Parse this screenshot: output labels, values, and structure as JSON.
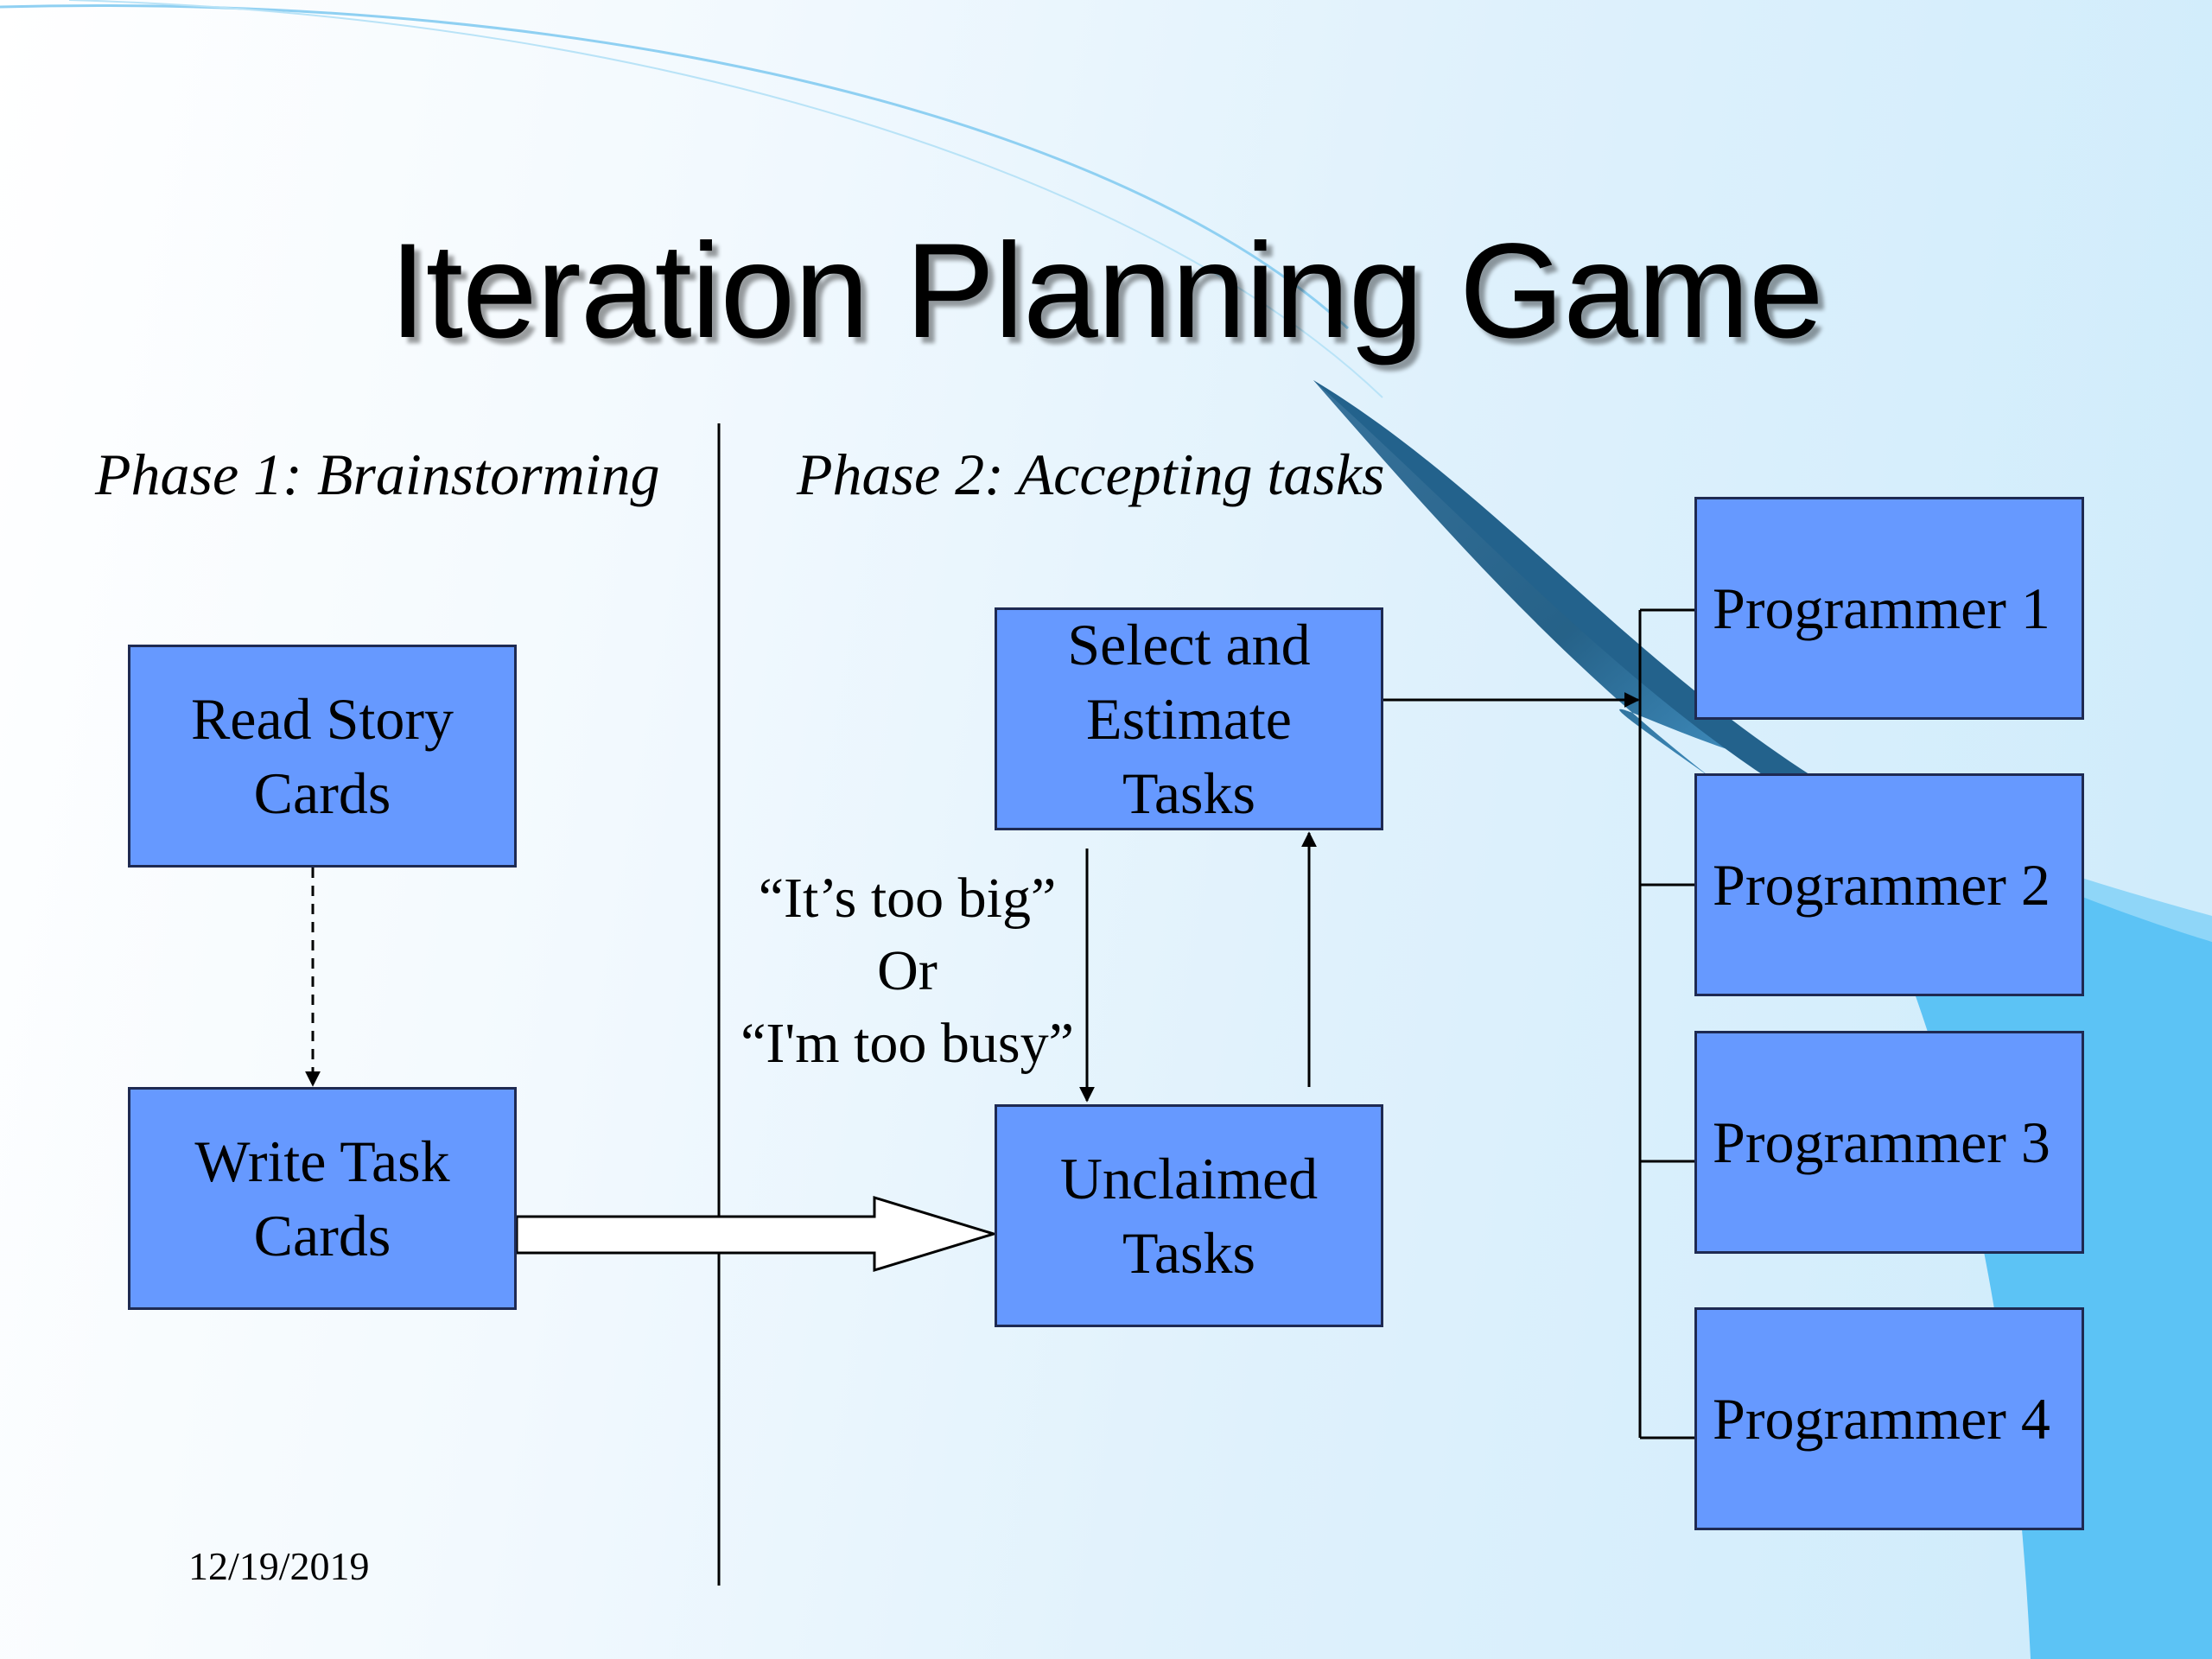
{
  "slide": {
    "title": "Iteration Planning Game",
    "date": "12/19/2019",
    "colors": {
      "box_fill": "#6699ff",
      "box_border": "#1e2a52",
      "swoosh": "#5cc3f5",
      "swoosh_dark": "#1c5a82"
    }
  },
  "phases": {
    "phase1": "Phase 1: Brainstorming",
    "phase2": "Phase 2: Accepting tasks"
  },
  "boxes": {
    "read_story_cards": "Read Story\nCards",
    "write_task_cards": "Write Task\nCards",
    "select_estimate": "Select and\nEstimate\nTasks",
    "unclaimed_tasks": "Unclaimed\nTasks"
  },
  "programmers": [
    "Programmer 1",
    "Programmer 2",
    "Programmer 3",
    "Programmer 4"
  ],
  "rejection_note": {
    "line1": "“It’s too big”",
    "line2": "Or",
    "line3": "“I'm too busy”"
  }
}
